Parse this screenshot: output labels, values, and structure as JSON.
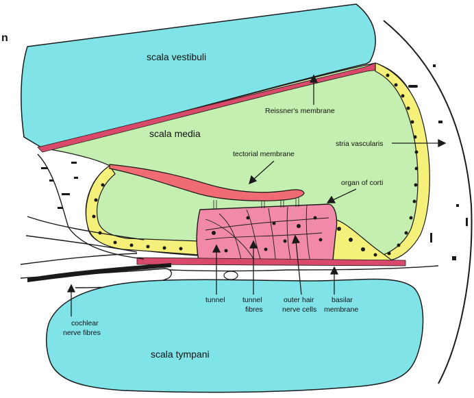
{
  "labels": {
    "scala_vestibuli": "scala vestibuli",
    "scala_media": "scala media",
    "scala_tympani": "scala tympani",
    "reissners_membrane": "Reissner's membrane",
    "stria_vascularis": "stria vascularis",
    "tectorial_membrane": "tectorial membrane",
    "organ_of_corti": "organ of corti",
    "tunnel": "tunnel",
    "tunnel_fibres": [
      "tunnel",
      "fibres"
    ],
    "outer_hair_nerve_cells": [
      "outer hair",
      "nerve cells"
    ],
    "basilar_membrane": [
      "basilar",
      "membrane"
    ],
    "cochlear_nerve_fibres": [
      "cochlear",
      "nerve fibres"
    ],
    "corner_glyph": "n"
  },
  "colors": {
    "scala_fluid": "#7fe3e8",
    "scala_media": "#c4efb0",
    "membrane": "#d94a6a",
    "tectorial": "#f06b73",
    "organ_of_corti": "#f08aa8",
    "cell_layer": "#f5f07a",
    "outline": "#1a1a1a"
  }
}
